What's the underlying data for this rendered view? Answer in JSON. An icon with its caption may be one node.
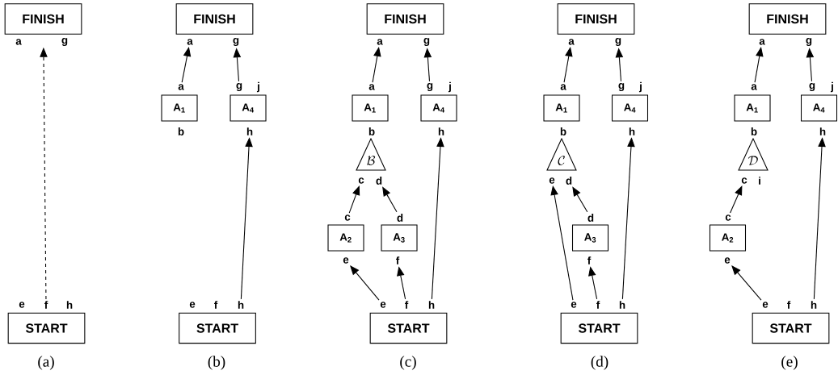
{
  "diagram": {
    "nodes": [
      {
        "text": [
          "FINISH"
        ],
        "beside": [
          "a",
          "g"
        ]
      },
      {
        "text": [
          "START"
        ],
        "beside": [
          "e",
          "h"
        ]
      },
      {
        "text": [
          "f"
        ]
      },
      {
        "text": [
          "FINISH"
        ]
      },
      {
        "text": [
          "a"
        ]
      },
      {
        "text": [
          "g"
        ]
      },
      {
        "text": [
          "a"
        ]
      },
      {
        "text": [
          "A$_{1}$"
        ],
        "beside": [
          "b"
        ]
      },
      {
        "text": [
          "g"
        ]
      },
      {
        "text": [
          "A$_{4}$"
        ],
        "beside": [
          "j"
        ]
      },
      {
        "text": [
          "h"
        ]
      },
      {
        "text": [
          "START"
        ],
        "beside": [
          "e",
          "f"
        ]
      },
      {
        "text": [
          "h"
        ]
      },
      {
        "text": [
          "FINISH"
        ]
      },
      {
        "text": [
          "a"
        ]
      },
      {
        "text": [
          "g"
        ]
      },
      {
        "text": [
          "a"
        ]
      },
      {
        "text": [
          "A$_{1}$"
        ],
        "beside": [
          "b"
        ]
      },
      {
        "text": [
          "g"
        ]
      },
      {
        "text": [
          "A$_{4}$"
        ],
        "beside": [
          "j"
        ]
      },
      {
        "text": [
          "h"
        ]
      },
      {
        "text": [
          "\\mathcal{B}"
        ]
      },
      {
        "text": [
          "c"
        ]
      },
      {
        "text": [
          "d"
        ]
      },
      {
        "text": [
          "c"
        ]
      },
      {
        "text": [
          "A$_{2}$"
        ]
      },
      {
        "text": [
          "d"
        ]
      },
      {
        "text": [
          "A$_{3}$"
        ]
      },
      {
        "text": [
          "e"
        ]
      },
      {
        "text": [
          "f"
        ]
      },
      {
        "text": [
          "e"
        ]
      },
      {
        "text": [
          "f"
        ]
      },
      {
        "text": [
          "h"
        ]
      },
      {
        "text": [
          "START"
        ]
      },
      {
        "text": [
          "FINISH"
        ]
      },
      {
        "text": [
          "a"
        ]
      },
      {
        "text": [
          "g"
        ]
      },
      {
        "text": [
          "a"
        ]
      },
      {
        "text": [
          "A$_{1}$"
        ],
        "beside": [
          "b"
        ]
      },
      {
        "text": [
          "g"
        ]
      },
      {
        "text": [
          "A$_{4}$"
        ],
        "beside": [
          "j"
        ]
      },
      {
        "text": [
          "h"
        ]
      },
      {
        "text": [
          "\\mathcal{C}"
        ]
      },
      {
        "text": [
          "e"
        ]
      },
      {
        "text": [
          "d"
        ]
      },
      {
        "text": [
          "d"
        ]
      },
      {
        "text": [
          "A$_{3}$"
        ]
      },
      {
        "text": [
          "f"
        ]
      },
      {
        "text": [
          "e"
        ]
      },
      {
        "text": [
          "f"
        ]
      },
      {
        "text": [
          "h"
        ]
      },
      {
        "text": [
          "START"
        ]
      },
      {
        "text": [
          "FINISH"
        ]
      },
      {
        "text": [
          "a"
        ]
      },
      {
        "text": [
          "g"
        ]
      },
      {
        "text": [
          "a"
        ]
      },
      {
        "text": [
          "A$_{1}$"
        ],
        "beside": [
          "b"
        ]
      },
      {
        "text": [
          "g"
        ]
      },
      {
        "text": [
          "A$_{4}$"
        ],
        "beside": [
          "j"
        ]
      },
      {
        "text": [
          "h"
        ]
      },
      {
        "text": [
          "\\mathcal{D}"
        ],
        "beside": [
          "i"
        ]
      },
      {
        "text": [
          "c"
        ]
      },
      {
        "text": [
          "c"
        ]
      },
      {
        "text": [
          "A$_{2}$"
        ]
      },
      {
        "text": [
          "e"
        ]
      },
      {
        "text": [
          "e"
        ]
      },
      {
        "text": [
          "h"
        ]
      },
      {
        "text": [
          "START"
        ],
        "beside": [
          "f"
        ]
      }
    ],
    "edges": [
      {
        "from": 2,
        "to": 0,
        "arrow": "to",
        "style": "dashed"
      },
      {
        "from": 6,
        "to": 4,
        "arrow": "to"
      },
      {
        "from": 8,
        "to": 5,
        "arrow": "to"
      },
      {
        "from": 12,
        "to": 10,
        "arrow": "to"
      },
      {
        "from": 16,
        "to": 14,
        "arrow": "to"
      },
      {
        "from": 18,
        "to": 15,
        "arrow": "to"
      },
      {
        "from": 24,
        "to": 22,
        "arrow": "to"
      },
      {
        "from": 26,
        "to": 23,
        "arrow": "to"
      },
      {
        "from": 30,
        "to": 28,
        "arrow": "to"
      },
      {
        "from": 31,
        "to": 29,
        "arrow": "to"
      },
      {
        "from": 32,
        "to": 20,
        "arrow": "to"
      },
      {
        "from": 37,
        "to": 35,
        "arrow": "to"
      },
      {
        "from": 39,
        "to": 36,
        "arrow": "to"
      },
      {
        "from": 45,
        "to": 44,
        "arrow": "to"
      },
      {
        "from": 48,
        "to": 43,
        "arrow": "to"
      },
      {
        "from": 49,
        "to": 47,
        "arrow": "to"
      },
      {
        "from": 50,
        "to": 41,
        "arrow": "to"
      },
      {
        "from": 55,
        "to": 53,
        "arrow": "to"
      },
      {
        "from": 57,
        "to": 54,
        "arrow": "to"
      },
      {
        "from": 62,
        "to": 61,
        "arrow": "to"
      },
      {
        "from": 65,
        "to": 64,
        "arrow": "to"
      },
      {
        "from": 66,
        "to": 59,
        "arrow": "to"
      }
    ],
    "labels": [
      "(a)",
      "(b)",
      "(c)",
      "(d)",
      "(e)"
    ]
  }
}
